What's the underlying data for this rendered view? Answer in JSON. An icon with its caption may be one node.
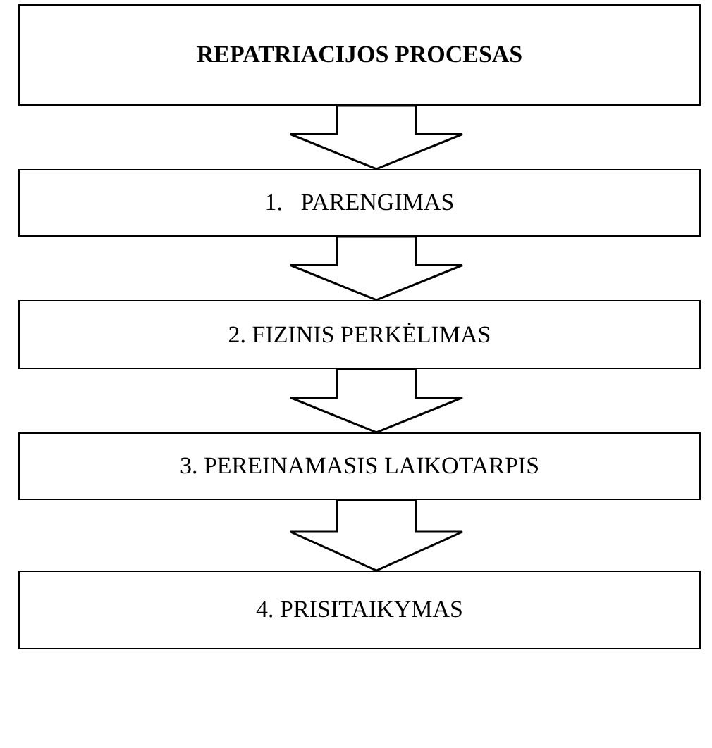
{
  "diagram": {
    "nodes": [
      {
        "text": [
          "REPATRIACIJOS PROCESAS"
        ]
      },
      {
        "text": [
          "1.   PARENGIMAS"
        ]
      },
      {
        "text": [
          "2. FIZINIS PERKĖLIMAS"
        ]
      },
      {
        "text": [
          "3. PEREINAMASIS LAIKOTARPIS"
        ]
      },
      {
        "text": [
          "4. PRISITAIKYMAS"
        ]
      }
    ],
    "edges": [
      {
        "from": 0,
        "to": 1,
        "arrow": "to"
      },
      {
        "from": 1,
        "to": 2,
        "arrow": "to"
      },
      {
        "from": 2,
        "to": 3,
        "arrow": "to"
      },
      {
        "from": 3,
        "to": 4,
        "arrow": "to"
      }
    ]
  }
}
